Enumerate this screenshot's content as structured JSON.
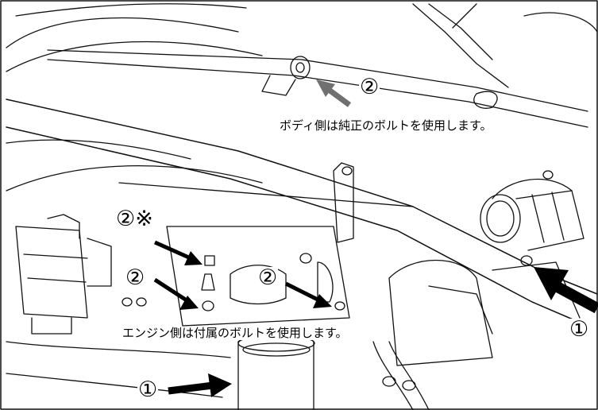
{
  "callouts": {
    "body_side_number": "②",
    "body_side_text": "ボディ側は純正のボルトを使用します。",
    "engine_side_text": "エンジン側は付属のボルトを使用します。",
    "top_left_number": "②※",
    "mid_left_number": "②",
    "mid_center_number": "②",
    "right_number": "①",
    "bottom_number": "①"
  },
  "colors": {
    "line": "#111111",
    "arrow": "#000000",
    "arrow_gray": "#707070",
    "background": "#ffffff"
  }
}
